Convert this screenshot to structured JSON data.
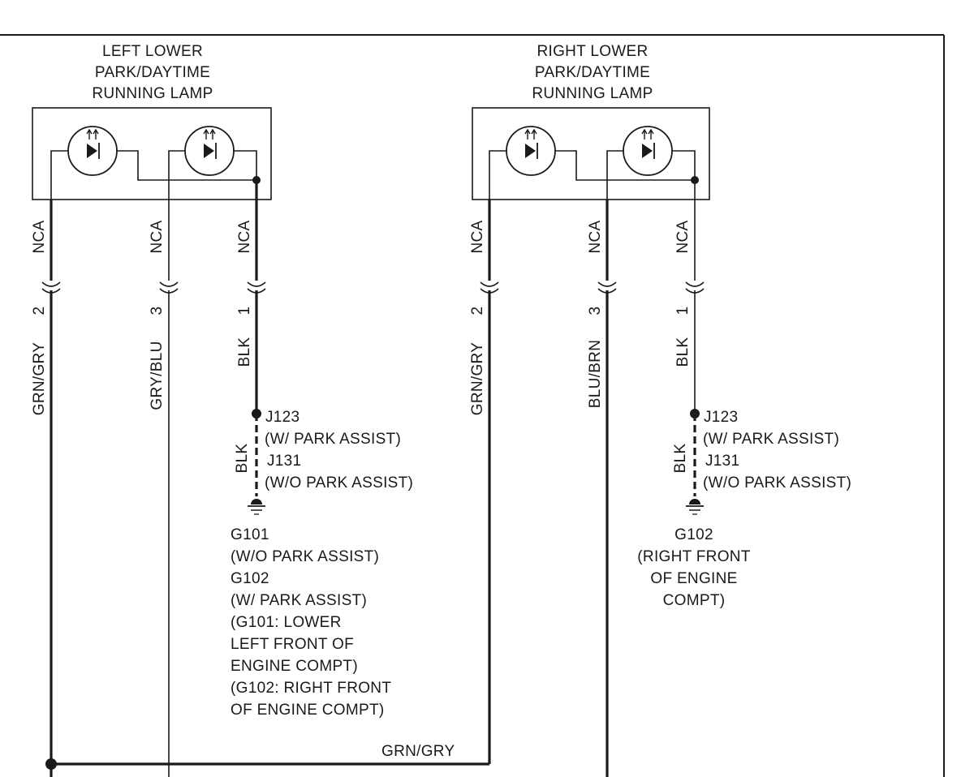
{
  "left_lamp": {
    "title_lines": [
      "LEFT LOWER",
      "PARK/DAYTIME",
      "RUNNING LAMP"
    ],
    "wires": [
      {
        "circuit": "NCA",
        "pin": "2",
        "color": "GRN/GRY"
      },
      {
        "circuit": "NCA",
        "pin": "3",
        "color": "GRY/BLU"
      },
      {
        "circuit": "NCA",
        "pin": "1",
        "color": "BLK"
      }
    ]
  },
  "right_lamp": {
    "title_lines": [
      "RIGHT LOWER",
      "PARK/DAYTIME",
      "RUNNING LAMP"
    ],
    "wires": [
      {
        "circuit": "NCA",
        "pin": "2",
        "color": "GRN/GRY"
      },
      {
        "circuit": "NCA",
        "pin": "3",
        "color": "BLU/BRN"
      },
      {
        "circuit": "NCA",
        "pin": "1",
        "color": "BLK"
      }
    ]
  },
  "left_splice": {
    "wire_color": "BLK",
    "lines": [
      "J123",
      "(W/ PARK ASSIST)",
      "J131",
      "(W/O PARK ASSIST)"
    ]
  },
  "right_splice": {
    "wire_color": "BLK",
    "lines": [
      "J123",
      "(W/ PARK ASSIST)",
      "J131",
      "(W/O PARK ASSIST)"
    ]
  },
  "left_ground": {
    "lines": [
      "G101",
      "(W/O PARK ASSIST)",
      "G102",
      "(W/ PARK ASSIST)",
      "(G101: LOWER",
      "LEFT FRONT OF",
      "ENGINE COMPT)",
      "(G102: RIGHT FRONT",
      "OF ENGINE COMPT)"
    ]
  },
  "right_ground": {
    "lines": [
      "G102",
      "(RIGHT FRONT",
      "OF ENGINE",
      "COMPT)"
    ]
  },
  "bottom_wire": {
    "label": "GRN/GRY"
  }
}
